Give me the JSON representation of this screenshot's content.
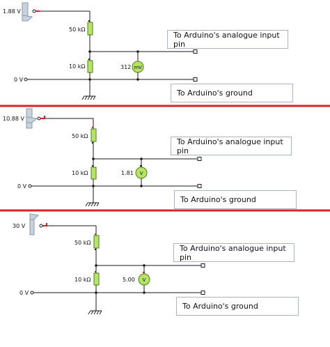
{
  "colors": {
    "wire": "#1a1a1a",
    "resistor_fill": "#b7e36a",
    "resistor_stroke": "#4b7f12",
    "meter_fill": "#b7e36a",
    "meter_stroke": "#4b7f12",
    "lead_red": "#d42020",
    "divider": "#d9242b",
    "slider": "#c8d2dc",
    "label_border": "#a9b4c2"
  },
  "circuits": [
    {
      "source_voltage": "1.88 V",
      "ground_voltage": "0 V",
      "r_top": "50 kΩ",
      "r_bottom": "10 kΩ",
      "meter_reading": "312",
      "meter_unit": "mV",
      "input_label": "To Arduino's analogue input pin",
      "ground_label": "To Arduino's ground"
    },
    {
      "source_voltage": "10.88 V",
      "ground_voltage": "0 V",
      "r_top": "50 kΩ",
      "r_bottom": "10 kΩ",
      "meter_reading": "1.81",
      "meter_unit": "V",
      "input_label": "To Arduino's analogue input pin",
      "ground_label": "To Arduino's ground"
    },
    {
      "source_voltage": "30 V",
      "ground_voltage": "0 V",
      "r_top": "50 kΩ",
      "r_bottom": "10 kΩ",
      "meter_reading": "5.00",
      "meter_unit": "V",
      "input_label": "To Arduino's analogue input pin",
      "ground_label": "To Arduino's ground"
    }
  ]
}
